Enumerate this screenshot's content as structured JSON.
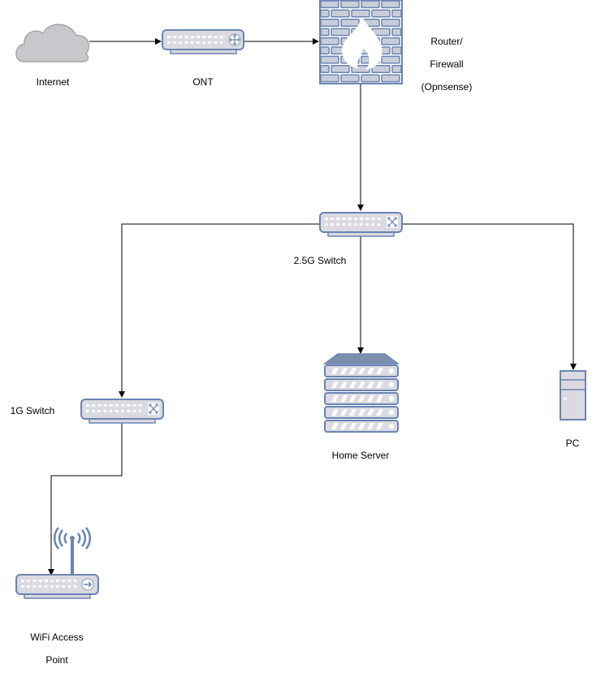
{
  "nodes": {
    "internet": {
      "label": "Internet"
    },
    "ont": {
      "label": "ONT"
    },
    "router": {
      "label_lines": [
        "Router/",
        "Firewall",
        "(Opnsense)"
      ]
    },
    "switch_25g": {
      "label": "2.5G Switch"
    },
    "switch_1g": {
      "label": "1G Switch"
    },
    "home_server": {
      "label": "Home Server"
    },
    "pc": {
      "label": "PC"
    },
    "wifi_ap": {
      "label_lines": [
        "WiFi Access",
        "Point"
      ]
    }
  },
  "edges": [
    {
      "from": "internet",
      "to": "ont"
    },
    {
      "from": "ont",
      "to": "router"
    },
    {
      "from": "router",
      "to": "switch_25g"
    },
    {
      "from": "switch_25g",
      "to": "switch_1g"
    },
    {
      "from": "switch_25g",
      "to": "home_server"
    },
    {
      "from": "switch_25g",
      "to": "pc"
    },
    {
      "from": "switch_1g",
      "to": "wifi_ap"
    }
  ],
  "colors": {
    "device_fill": "#dadae0",
    "device_stroke": "#6a84b3",
    "dark": "#7d8eac",
    "cloud_fill": "#c8c8cc",
    "cloud_stroke": "#a6a6aa",
    "line": "#000000"
  }
}
